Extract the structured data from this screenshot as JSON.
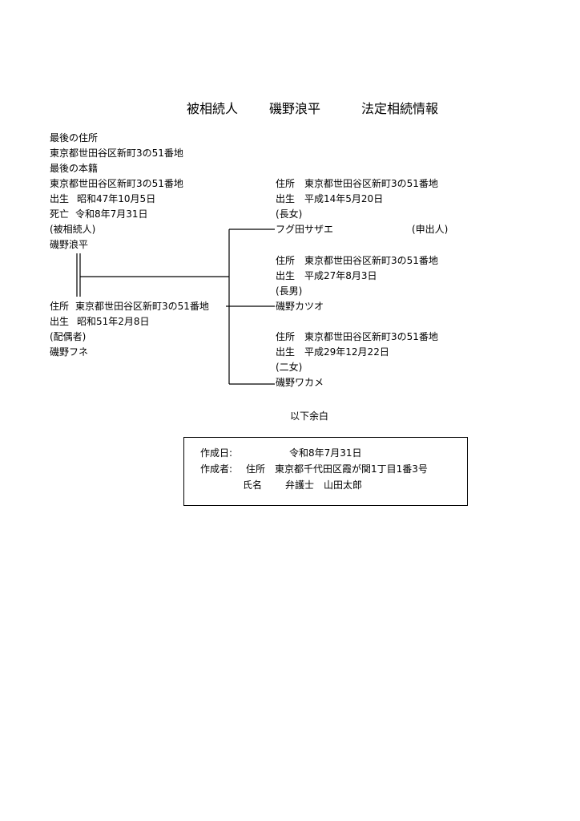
{
  "title": {
    "decedent_label": "被相続人",
    "decedent_name": "磯野浪平",
    "doc_type": "法定相続情報"
  },
  "decedent": {
    "last_address_label": "最後の住所",
    "last_address": "東京都世田谷区新町3の51番地",
    "last_domicile_label": "最後の本籍",
    "last_domicile": "東京都世田谷区新町3の51番地",
    "birth_label": "出生",
    "birth": "昭和47年10月5日",
    "death_label": "死亡",
    "death": "令和8年7月31日",
    "role": "(被相続人)",
    "name": "磯野浪平"
  },
  "spouse": {
    "address_label": "住所",
    "address": "東京都世田谷区新町3の51番地",
    "birth_label": "出生",
    "birth": "昭和51年2月8日",
    "role": "(配偶者)",
    "name": "磯野フネ"
  },
  "children": [
    {
      "address_label": "住所",
      "address": "東京都世田谷区新町3の51番地",
      "birth_label": "出生",
      "birth": "平成14年5月20日",
      "role": "(長女)",
      "name": "フグ田サザエ",
      "note": "(申出人)"
    },
    {
      "address_label": "住所",
      "address": "東京都世田谷区新町3の51番地",
      "birth_label": "出生",
      "birth": "平成27年8月3日",
      "role": "(長男)",
      "name": "磯野カツオ"
    },
    {
      "address_label": "住所",
      "address": "東京都世田谷区新町3の51番地",
      "birth_label": "出生",
      "birth": "平成29年12月22日",
      "role": "(二女)",
      "name": "磯野ワカメ"
    }
  ],
  "closing": "以下余白",
  "footer": {
    "date_label": "作成日:",
    "date": "令和8年7月31日",
    "author_label": "作成者:",
    "address_label": "住所",
    "address": "東京都千代田区霞が関1丁目1番3号",
    "name_label": "氏名",
    "title": "弁護士",
    "name": "山田太郎"
  }
}
